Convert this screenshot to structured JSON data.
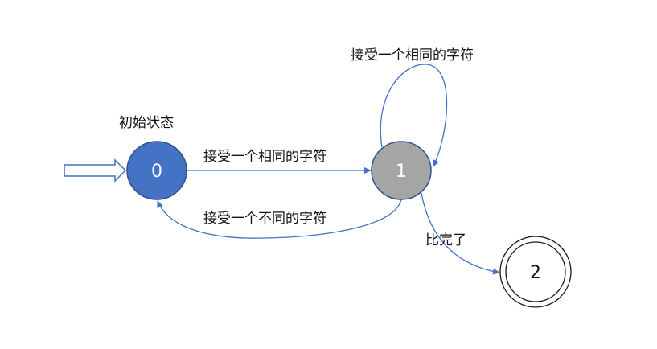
{
  "initial_state_label": "初始状态",
  "states": [
    {
      "id": "0",
      "label": "0",
      "fill": "#4472C4",
      "text_color": "#ffffff",
      "final": false,
      "initial": true
    },
    {
      "id": "1",
      "label": "1",
      "fill": "#A5A5A5",
      "text_color": "#ffffff",
      "final": false,
      "initial": false
    },
    {
      "id": "2",
      "label": "2",
      "fill": "#ffffff",
      "text_color": "#111111",
      "final": true,
      "initial": false
    }
  ],
  "transitions": [
    {
      "from": "0",
      "to": "1",
      "label": "接受一个相同的字符"
    },
    {
      "from": "1",
      "to": "1",
      "label": "接受一个相同的字符"
    },
    {
      "from": "1",
      "to": "0",
      "label": "接受一个不同的字符"
    },
    {
      "from": "1",
      "to": "2",
      "label": "比完了"
    }
  ],
  "colors": {
    "edge": "#4472C4",
    "state_outline": "#2F528F",
    "final_outline": "#1a1a1a"
  }
}
